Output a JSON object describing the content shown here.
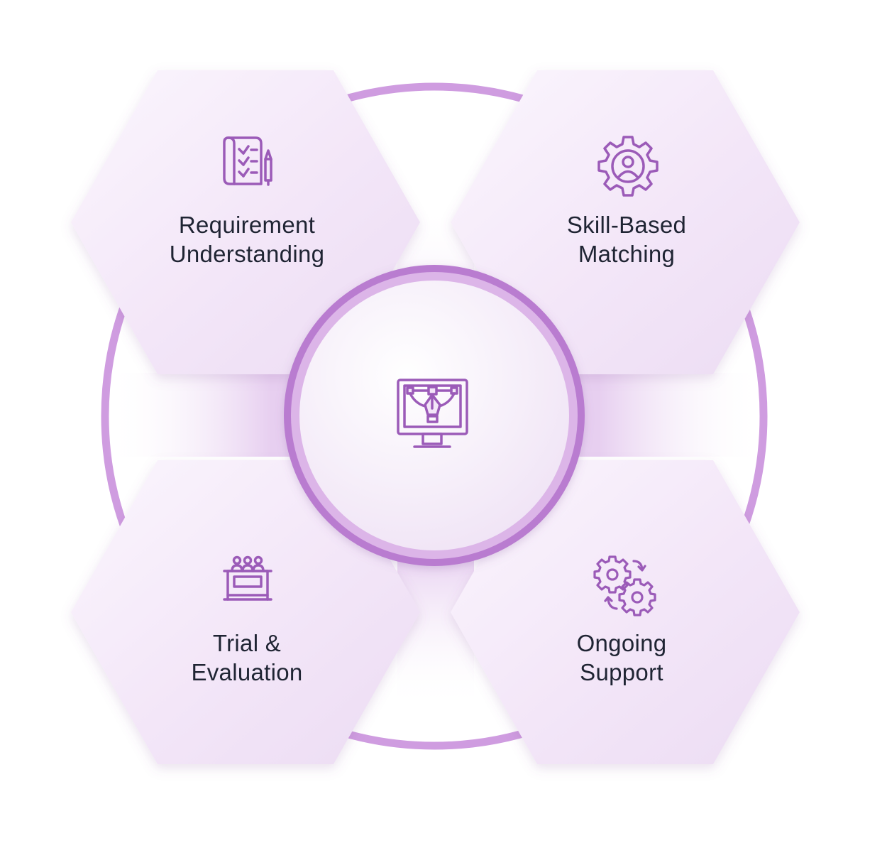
{
  "center": {
    "icon": "monitor-pen-tool-icon"
  },
  "steps": [
    {
      "line1": "Requirement",
      "line2": "Understanding",
      "icon": "checklist-clipboard-pencil-icon"
    },
    {
      "line1": "Skill-Based",
      "line2": "Matching",
      "icon": "gear-person-icon"
    },
    {
      "line1": "Trial &",
      "line2": "Evaluation",
      "icon": "audience-podium-icon"
    },
    {
      "line1": "Ongoing",
      "line2": "Support",
      "icon": "gears-cycle-icon"
    }
  ],
  "colors": {
    "accent": "#9b5bb8",
    "ring": "#cf9ce0",
    "hex_fill": "#f4e9f8",
    "text": "#1f2433"
  }
}
